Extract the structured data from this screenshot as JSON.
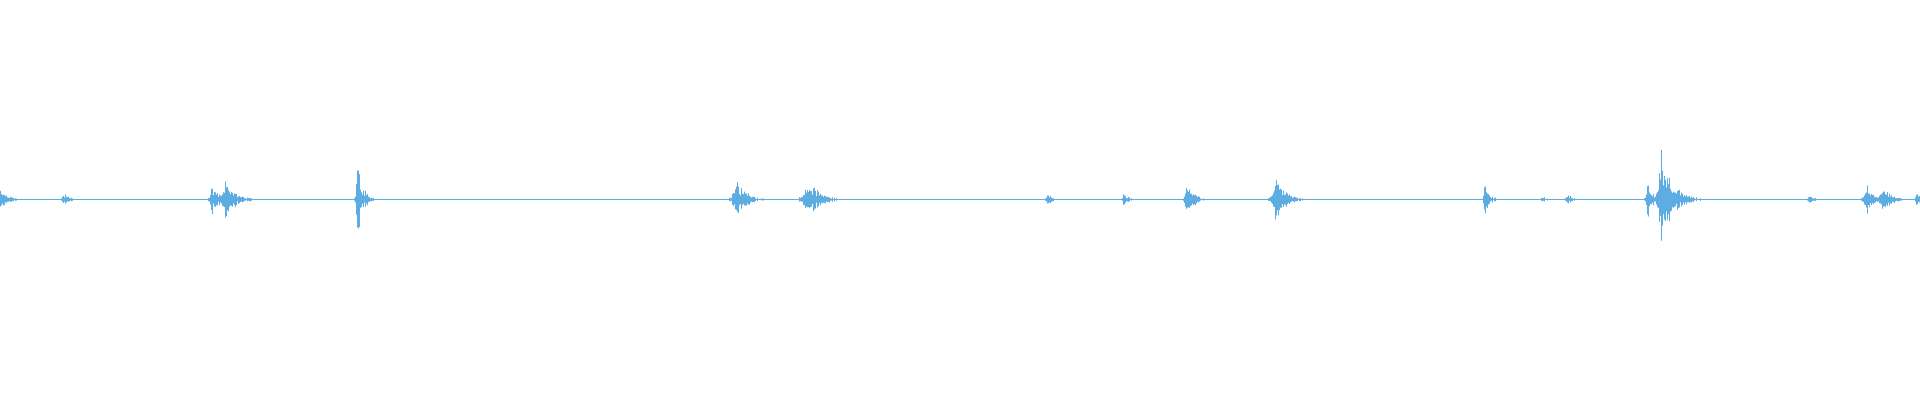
{
  "waveform": {
    "color": "#5dade2",
    "background": "#ffffff",
    "duration_fraction_axis": "time",
    "baseline_level": 0.0,
    "events": [
      {
        "t": 0.0,
        "peak": 0.06,
        "width": 0.006
      },
      {
        "t": 0.033,
        "peak": 0.03,
        "width": 0.005
      },
      {
        "t": 0.11,
        "peak": 0.07,
        "width": 0.006
      },
      {
        "t": 0.117,
        "peak": 0.1,
        "width": 0.008
      },
      {
        "t": 0.186,
        "peak": 0.17,
        "width": 0.004
      },
      {
        "t": 0.19,
        "peak": 0.05,
        "width": 0.004
      },
      {
        "t": 0.383,
        "peak": 0.1,
        "width": 0.008
      },
      {
        "t": 0.42,
        "peak": 0.1,
        "width": 0.01
      },
      {
        "t": 0.545,
        "peak": 0.03,
        "width": 0.004
      },
      {
        "t": 0.585,
        "peak": 0.03,
        "width": 0.004
      },
      {
        "t": 0.618,
        "peak": 0.1,
        "width": 0.005
      },
      {
        "t": 0.664,
        "peak": 0.11,
        "width": 0.008
      },
      {
        "t": 0.773,
        "peak": 0.07,
        "width": 0.004
      },
      {
        "t": 0.803,
        "peak": 0.02,
        "width": 0.004
      },
      {
        "t": 0.816,
        "peak": 0.03,
        "width": 0.004
      },
      {
        "t": 0.858,
        "peak": 0.09,
        "width": 0.004
      },
      {
        "t": 0.865,
        "peak": 0.24,
        "width": 0.009
      },
      {
        "t": 0.942,
        "peak": 0.03,
        "width": 0.004
      },
      {
        "t": 0.972,
        "peak": 0.08,
        "width": 0.006
      },
      {
        "t": 0.98,
        "peak": 0.09,
        "width": 0.006
      },
      {
        "t": 0.998,
        "peak": 0.03,
        "width": 0.004
      }
    ]
  }
}
